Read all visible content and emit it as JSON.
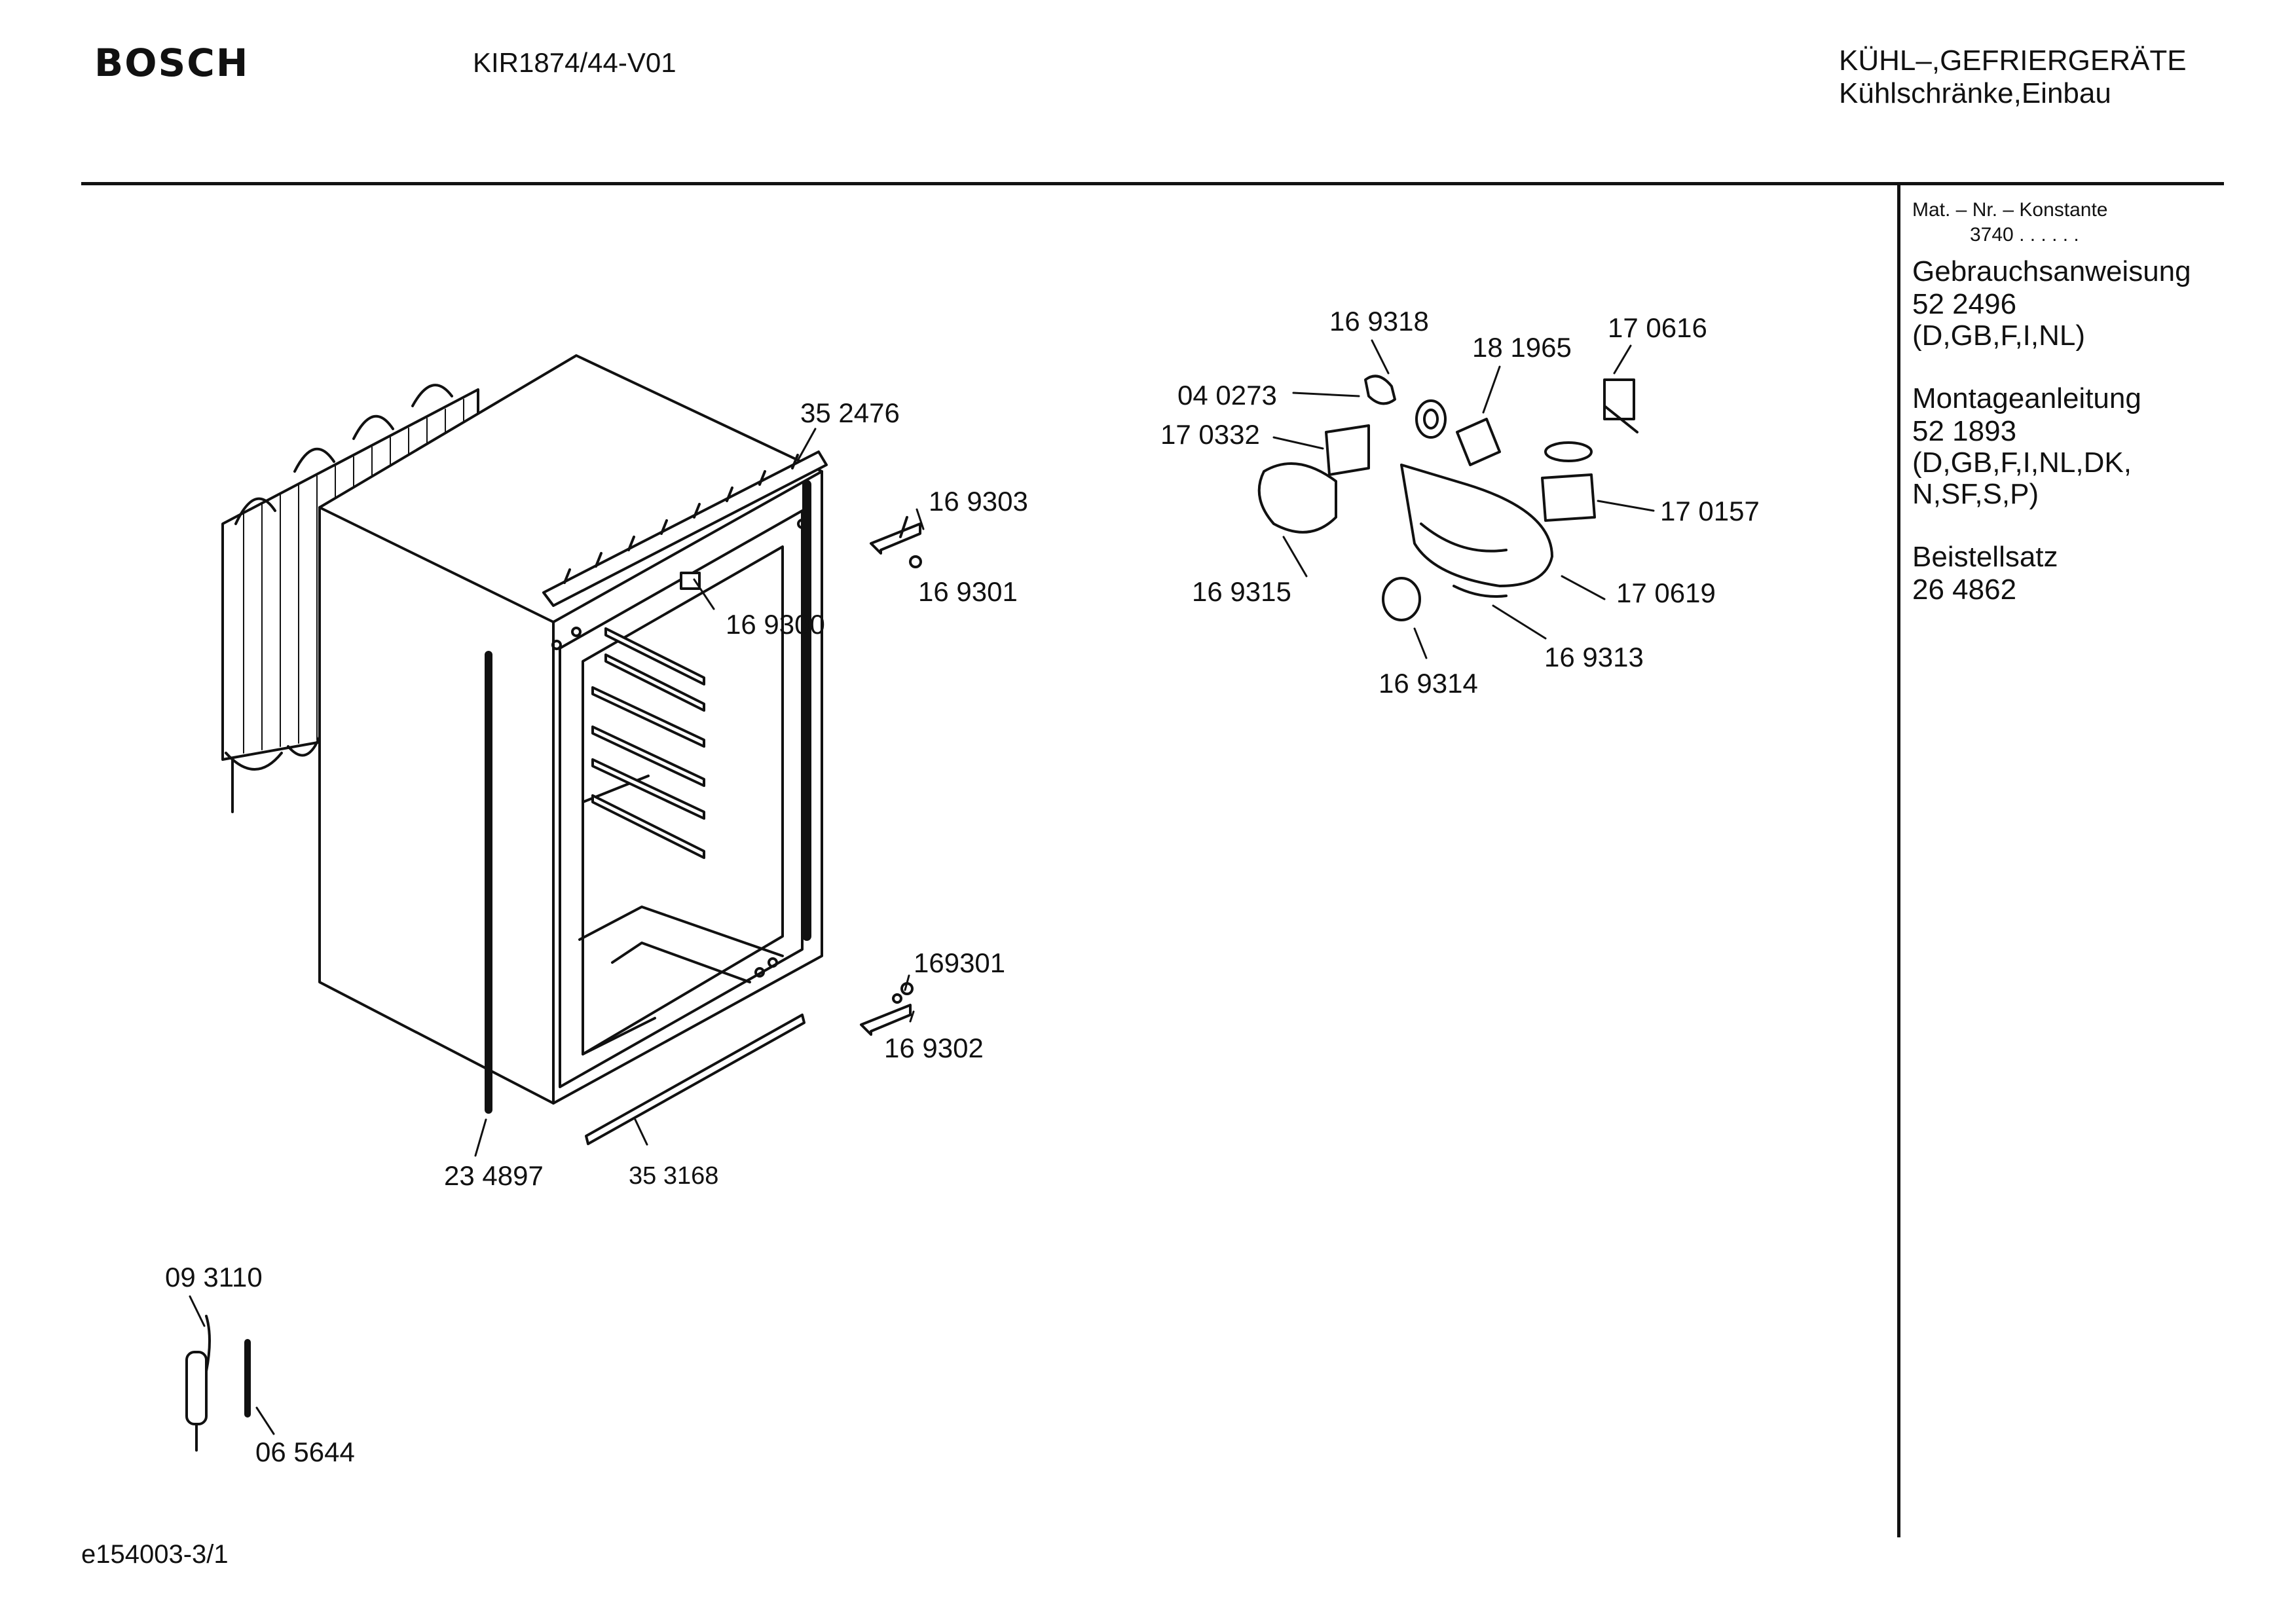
{
  "header": {
    "brand": "BOSCH",
    "model": "KIR1874/44-V01",
    "category_line1": "KÜHL–,GEFRIERGERÄTE",
    "category_line2": "Kühlschränke,Einbau"
  },
  "sidebar": {
    "mat_nr_label": "Mat. – Nr. – Konstante",
    "mat_nr_value": "3740 .  .  .  .  .  .",
    "manual_title": "Gebrauchsanweisung",
    "manual_number": "52 2496",
    "manual_langs": "(D,GB,F,I,NL)",
    "install_title": "Montageanleitung",
    "install_number": "52 1893",
    "install_langs_1": "(D,GB,F,I,NL,DK,",
    "install_langs_2": "N,SF,S,P)",
    "kit_title": "Beistellsatz",
    "kit_number": "26 4862"
  },
  "parts": {
    "p352476": "35 2476",
    "p169303": "16 9303",
    "p169301a": "16 9301",
    "p169300": "16 9300",
    "p169301b": "169301",
    "p169302": "16 9302",
    "p234897": "23 4897",
    "p353168": "35 3168",
    "p093110": "09 3110",
    "p065644": "06 5644",
    "p169318": "16 9318",
    "p181965": "18 1965",
    "p170616": "17 0616",
    "p040273": "04 0273",
    "p170332": "17 0332",
    "p170157": "17 0157",
    "p169315": "16 9315",
    "p170619": "17 0619",
    "p169313": "16 9313",
    "p169314": "16 9314"
  },
  "footer": {
    "code": "e154003-3/1"
  }
}
